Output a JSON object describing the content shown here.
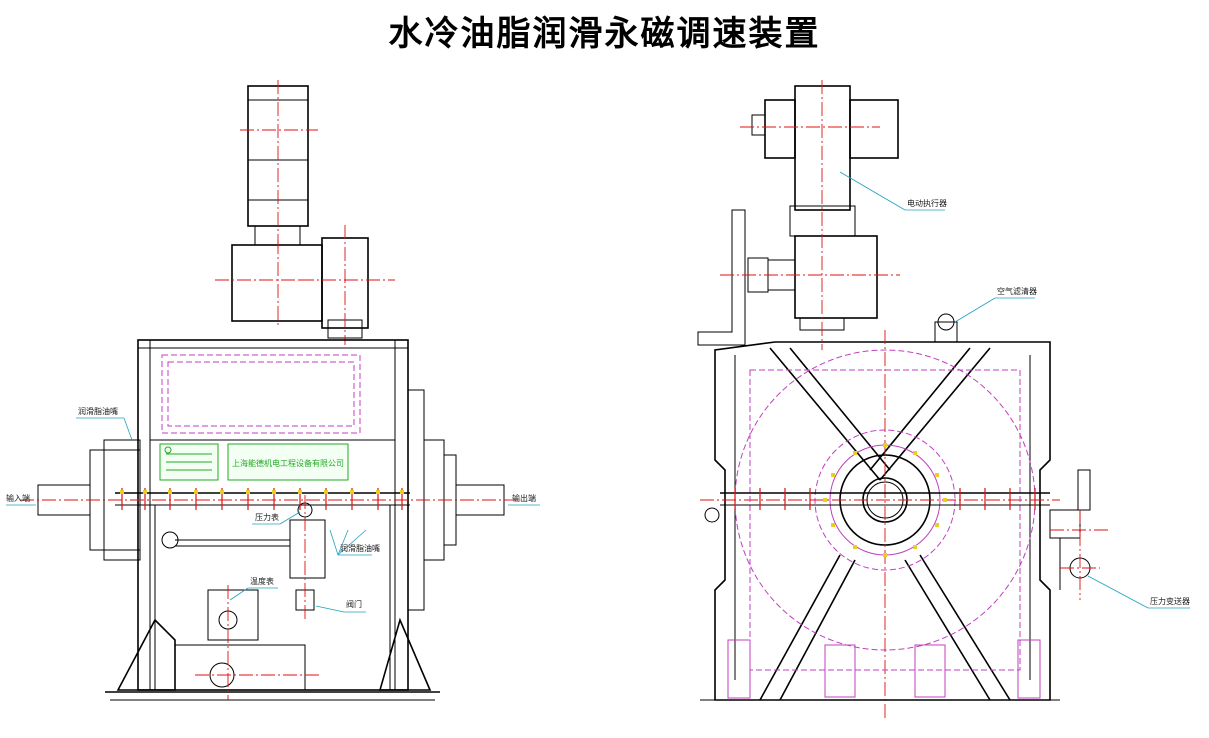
{
  "title": "水冷油脂润滑永磁调速装置",
  "front_view": {
    "labels": {
      "lube_nozzle": "润滑脂油嘴",
      "input_end": "输入端",
      "output_end": "输出端",
      "pressure_gauge": "压力表",
      "grease_nozzle": "润滑脂油嘴",
      "thermometer": "温度表",
      "valve": "阀门"
    },
    "nameplate_company": "上海能德机电工程设备有限公司"
  },
  "side_view": {
    "labels": {
      "electric_actuator": "电动执行器",
      "air_filter": "空气滤清器",
      "pressure_transmitter": "压力变送器"
    }
  }
}
